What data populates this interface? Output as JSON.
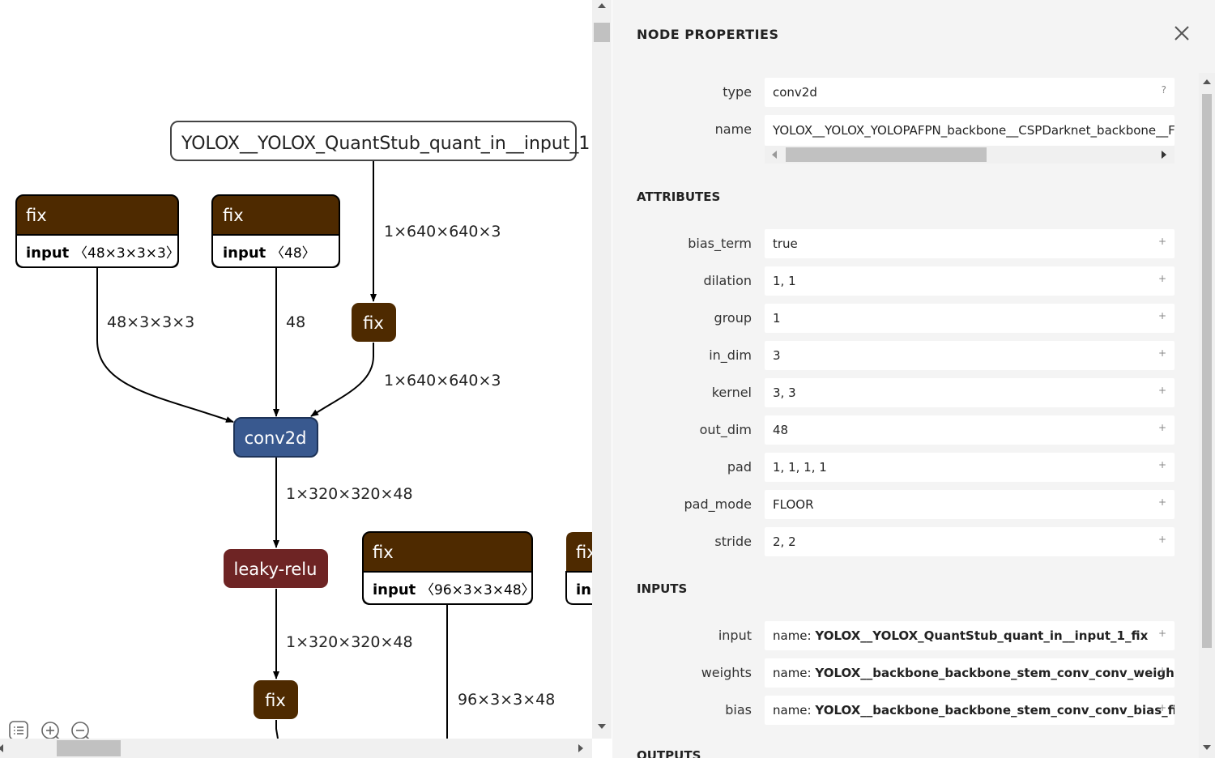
{
  "graph": {
    "input_node_label": "YOLOX__YOLOX_QuantStub_quant_in__input_1",
    "fix_label": "fix",
    "input_word": "input",
    "fix1_shape": "〈48×3×3×3〉",
    "fix2_shape": "〈48〉",
    "fix5_shape": "〈96×3×3×48〉",
    "fix6_label": "fix",
    "fix6_input": "in",
    "conv_label": "conv2d",
    "relu_label": "leaky-relu",
    "edges": {
      "e_input_fix": "1×640×640×3",
      "e_w": "48×3×3×3",
      "e_b": "48",
      "e_fix_conv": "1×640×640×3",
      "e_conv_relu": "1×320×320×48",
      "e_relu_fix": "1×320×320×48",
      "e_w2": "96×3×3×48"
    }
  },
  "panel": {
    "title": "NODE PROPERTIES",
    "type_label": "type",
    "type_value": "conv2d",
    "type_hint": "?",
    "name_label": "name",
    "name_value": "YOLOX__YOLOX_YOLOPAFPN_backbone__CSPDarknet_backbone__Fo",
    "attributes_title": "ATTRIBUTES",
    "attributes": [
      {
        "label": "bias_term",
        "value": "true"
      },
      {
        "label": "dilation",
        "value": "1, 1"
      },
      {
        "label": "group",
        "value": "1"
      },
      {
        "label": "in_dim",
        "value": "3"
      },
      {
        "label": "kernel",
        "value": "3, 3"
      },
      {
        "label": "out_dim",
        "value": "48"
      },
      {
        "label": "pad",
        "value": "1, 1, 1, 1"
      },
      {
        "label": "pad_mode",
        "value": "FLOOR"
      },
      {
        "label": "stride",
        "value": "2, 2"
      }
    ],
    "plus": "+",
    "inputs_title": "INPUTS",
    "name_prefix": "name: ",
    "inputs": [
      {
        "label": "input",
        "value": "YOLOX__YOLOX_QuantStub_quant_in__input_1_fix"
      },
      {
        "label": "weights",
        "value": "YOLOX__backbone_backbone_stem_conv_conv_weight_"
      },
      {
        "label": "bias",
        "value": "YOLOX__backbone_backbone_stem_conv_conv_bias_fix"
      }
    ],
    "outputs_title": "OUTPUTS"
  },
  "colors": {
    "fix": "#4e2a00",
    "conv": "#39598f",
    "relu": "#6e2424"
  }
}
